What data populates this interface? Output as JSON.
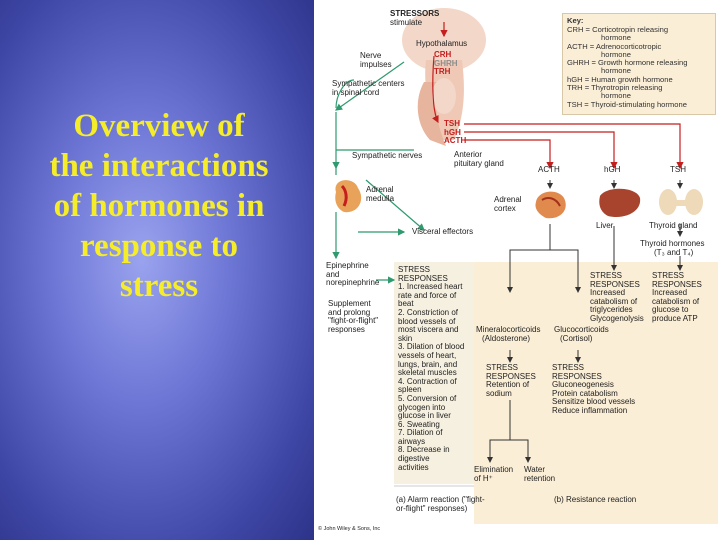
{
  "title_lines": [
    "Overview of",
    "the interactions",
    "of hormones in",
    "response to",
    "stress"
  ],
  "key": {
    "title": "Key:",
    "lines": [
      "CRH = Corticotropin releasing",
      "hormone",
      "ACTH = Adrenocorticotropic",
      "hormone",
      "GHRH = Growth hormone releasing",
      "hormone",
      "hGH = Human growth hormone",
      "TRH = Thyrotropin releasing",
      "hormone",
      "TSH = Thyroid-stimulating hormone"
    ]
  },
  "top": {
    "stressors": [
      "STRESSORS",
      "stimulate"
    ],
    "hypothalamus": "Hypothalamus",
    "releasing": [
      "CRH",
      "GHRH",
      "TRH"
    ],
    "nerve_impulses": [
      "Nerve",
      "impulses"
    ],
    "sympathetic_centers": [
      "Sympathetic centers",
      "in spinal cord"
    ],
    "pituitary_hormones": [
      "TSH",
      "hGH",
      "ACTH"
    ],
    "sympathetic_nerves": "Sympathetic nerves",
    "anterior_pituitary": [
      "Anterior",
      "pituitary gland"
    ]
  },
  "hormone_row": {
    "acth": "ACTH",
    "hgh": "hGH",
    "tsh": "TSH"
  },
  "organs": {
    "adrenal_medulla": [
      "Adrenal",
      "medulla"
    ],
    "adrenal_cortex": [
      "Adrenal",
      "cortex"
    ],
    "liver": "Liver",
    "thyroid": "Thyroid gland",
    "visceral_effectors": "Visceral effectors",
    "thyroid_hormones": [
      "Thyroid hormones",
      "(T₃ and T₄)"
    ]
  },
  "alarm": {
    "epinephrine": [
      "Epinephrine",
      "and",
      "norepinephrine"
    ],
    "supplement": [
      "Supplement",
      "and prolong",
      "\"fight-or-flight\"",
      "responses"
    ],
    "heading": [
      "STRESS",
      "RESPONSES"
    ],
    "responses": [
      "1. Increased heart",
      "rate and force of",
      "beat",
      "2. Constriction of",
      "blood vessels of",
      "most viscera and",
      "skin",
      "3. Dilation of blood",
      "vessels of heart,",
      "lungs, brain, and",
      "skeletal muscles",
      "4. Contraction of",
      "spleen",
      "5. Conversion of",
      "glycogen into",
      "glucose in liver",
      "6. Sweating",
      "7. Dilation of",
      "airways",
      "8. Decrease in",
      "digestive",
      "activities"
    ],
    "caption": [
      "(a) Alarm reaction (\"fight-",
      "or-flight\" responses)"
    ]
  },
  "resistance": {
    "mineralocorticoids": [
      "Mineralocorticoids",
      "(Aldosterone)"
    ],
    "glucocorticoids": [
      "Glucocorticoids",
      "(Cortisol)"
    ],
    "stress_resp_min": [
      "STRESS",
      "RESPONSES",
      "Retention of",
      "sodium"
    ],
    "stress_resp_gluco": [
      "STRESS",
      "RESPONSES",
      "Gluconeogenesis",
      "Protein catabolism",
      "Sensitize blood vessels",
      "Reduce inflammation"
    ],
    "stress_resp_hgh": [
      "STRESS",
      "RESPONSES",
      "Increased",
      "catabolism of",
      "triglycerides",
      "Glycogenolysis"
    ],
    "stress_resp_thyroid": [
      "STRESS",
      "RESPONSES",
      "Increased",
      "catabolism of",
      "glucose to",
      "produce ATP"
    ],
    "elimination": [
      "Elimination",
      "of H⁺"
    ],
    "water": [
      "Water",
      "retention"
    ],
    "caption": "(b) Resistance reaction"
  },
  "copyright": "© John Wiley & Sons, Inc"
}
